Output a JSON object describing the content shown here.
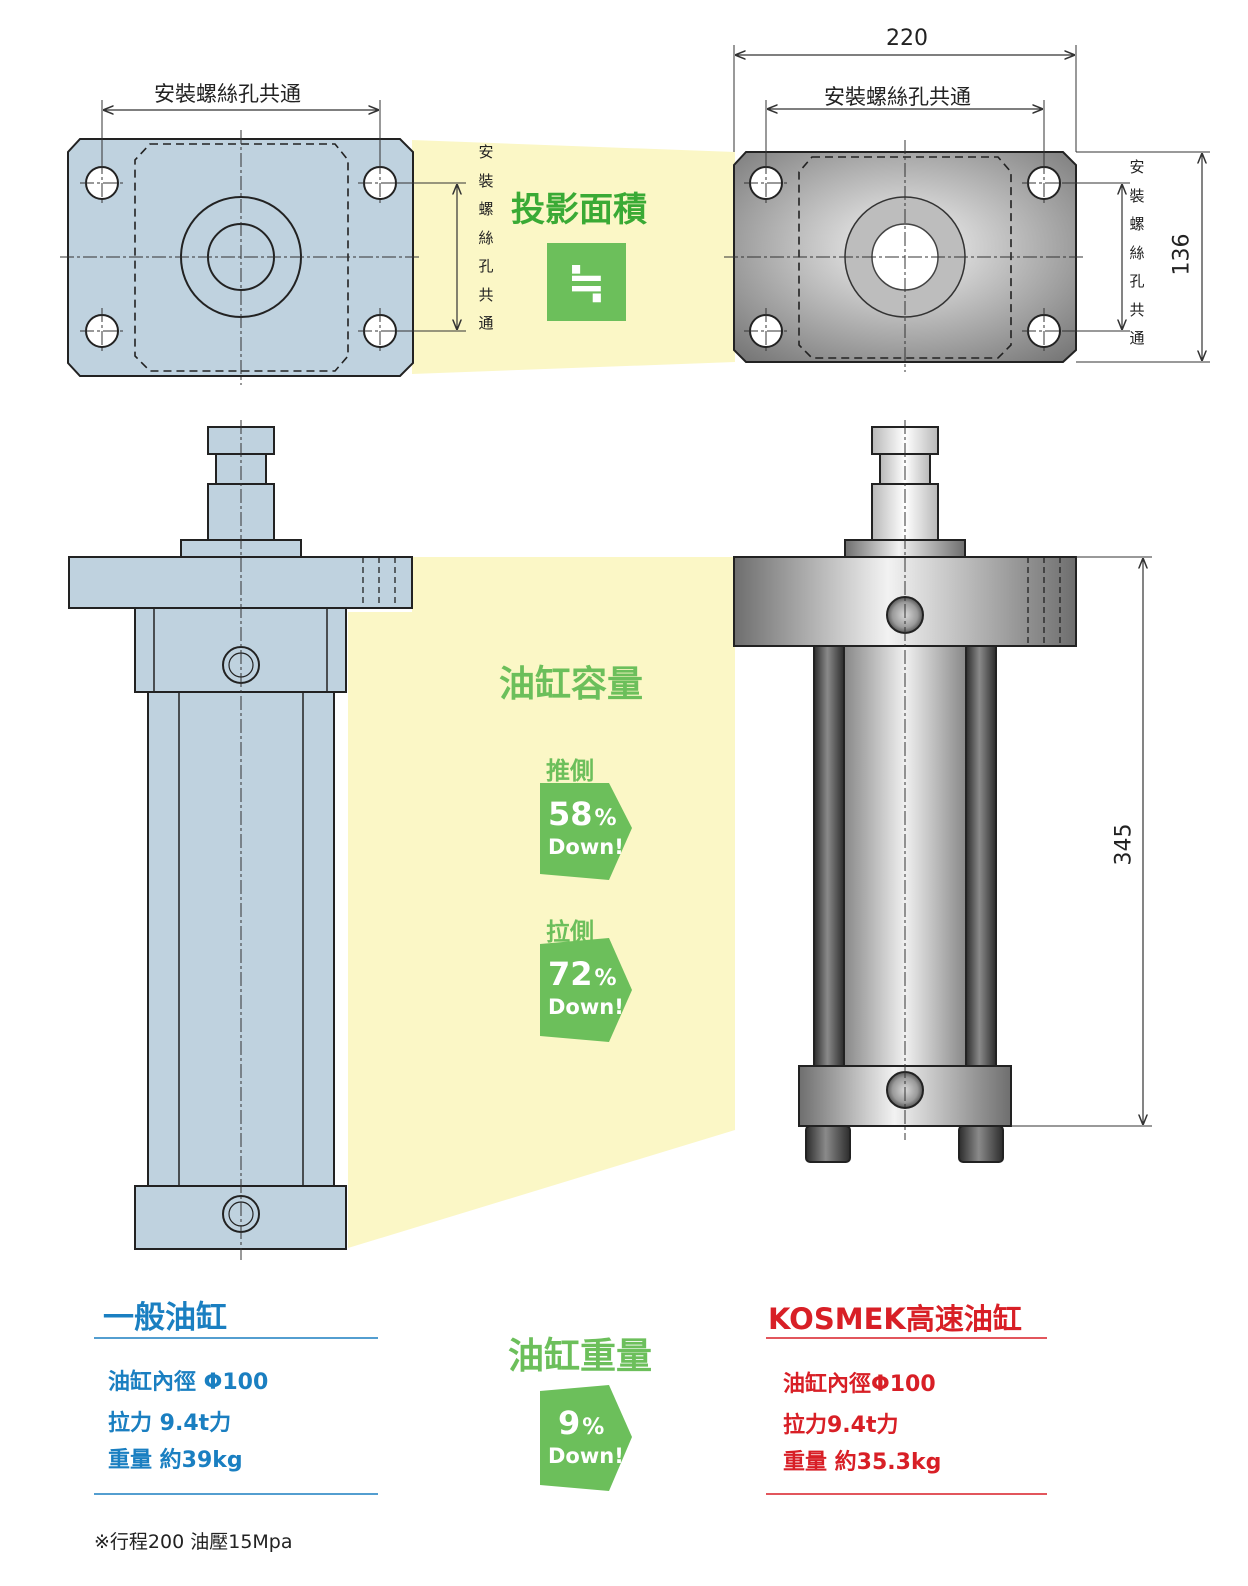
{
  "top": {
    "mount_hole_label": "安裝螺絲孔共通",
    "projected_area_label": "投影面積",
    "approx_symbol": "≒",
    "width_dim": "220",
    "height_dim": "136"
  },
  "middle": {
    "capacity_title": "油缸容量",
    "push": {
      "label": "推側",
      "percent": "58",
      "unit": "%",
      "down": "Down!"
    },
    "pull": {
      "label": "拉側",
      "percent": "72",
      "unit": "%",
      "down": "Down!"
    },
    "length_dim": "345"
  },
  "bottom": {
    "weight_title": "油缸重量",
    "weight_badge": {
      "percent": "9",
      "unit": "%",
      "down": "Down!"
    },
    "left": {
      "title": "一般油缸",
      "specs": [
        "油缸內徑 Φ100",
        "拉力 9.4t力",
        "重量 約39kg"
      ]
    },
    "right": {
      "title": "KOSMEK高速油缸",
      "specs": [
        "油缸內徑Φ100",
        "拉力9.4t力",
        "重量 約35.3kg"
      ]
    },
    "footnote": "※行程200 油壓15Mpa"
  },
  "colors": {
    "blue": "#1a7fc1",
    "red": "#d81f26",
    "green": "#6cbf5b",
    "highlight": "#fbf7c6",
    "plate": "#bfd2df"
  }
}
